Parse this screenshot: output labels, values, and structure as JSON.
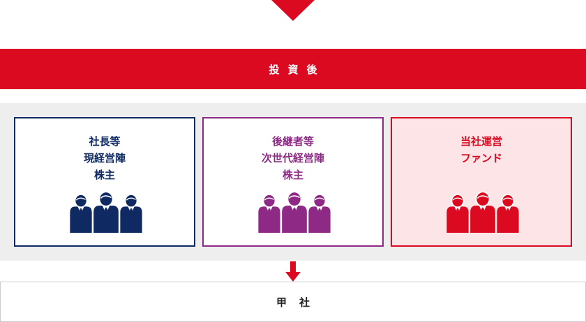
{
  "banner": {
    "label": "投資後"
  },
  "groups": [
    {
      "lines": [
        "社長等",
        "現経営陣",
        "株主"
      ],
      "color": "#0f2a62",
      "icon": "people-group-icon"
    },
    {
      "lines": [
        "後継者等",
        "次世代経営陣",
        "株主"
      ],
      "color": "#8e2a86",
      "icon": "people-group-icon"
    },
    {
      "lines": [
        "当社運営",
        "ファンド"
      ],
      "color": "#dc0a20",
      "icon": "people-group-icon"
    }
  ],
  "company": {
    "label": "甲社"
  },
  "colors": {
    "accent": "#dc0a20",
    "panel": "#eeeeee"
  }
}
